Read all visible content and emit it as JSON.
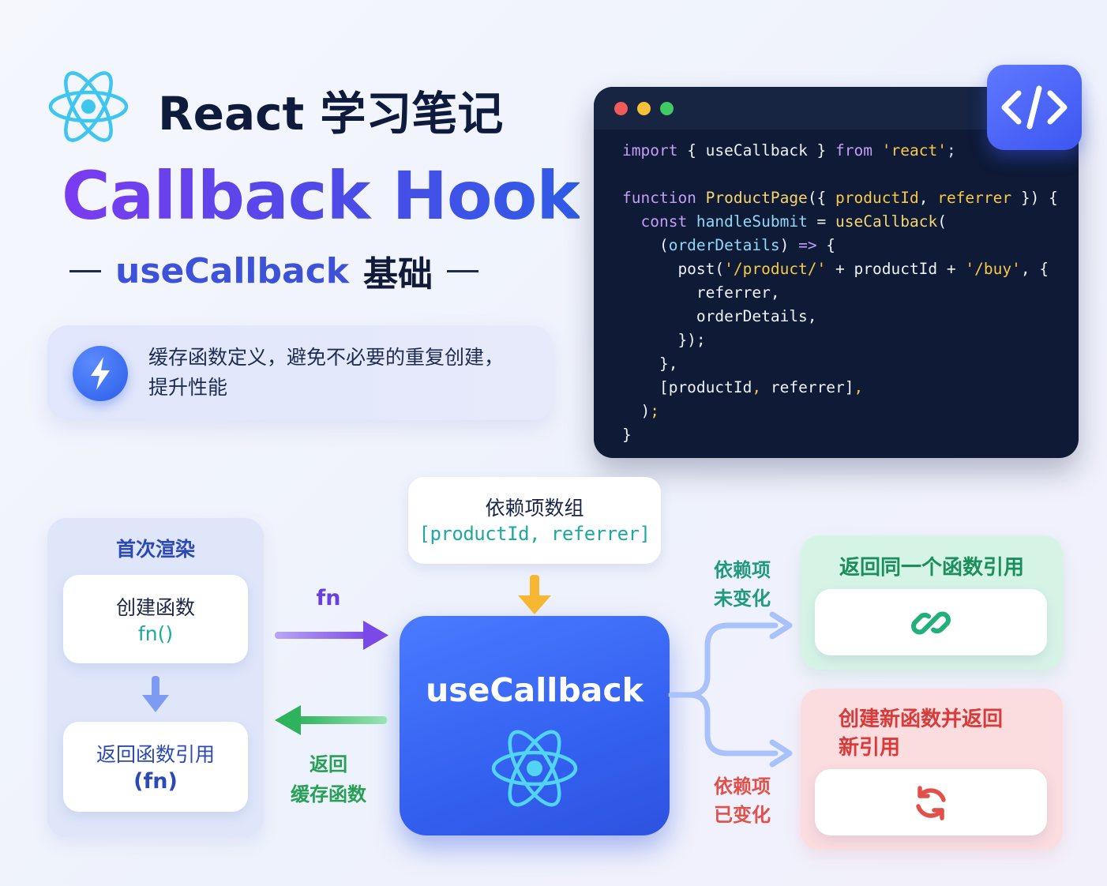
{
  "header": {
    "title": "React 学习笔记",
    "hook_title": "Callback Hook",
    "subtitle_en": "useCallback",
    "subtitle_zh": "基础",
    "description_line1": "缓存函数定义，避免不必要的重复创建，",
    "description_line2": "提升性能"
  },
  "code": {
    "lines": [
      [
        [
          "kw",
          "import"
        ],
        [
          "pl",
          " { useCallback } "
        ],
        [
          "kw",
          "from"
        ],
        [
          "str",
          " 'react'"
        ],
        [
          "pu",
          ";"
        ]
      ],
      [],
      [
        [
          "kw",
          "function"
        ],
        [
          "fn",
          " ProductPage"
        ],
        [
          "pl",
          "({ "
        ],
        [
          "str",
          "productId"
        ],
        [
          "pl",
          ", "
        ],
        [
          "str",
          "referrer"
        ],
        [
          "pl",
          " }) {"
        ]
      ],
      [
        [
          "pl",
          "  "
        ],
        [
          "kw",
          "const"
        ],
        [
          "cy",
          " handleSubmit"
        ],
        [
          "pl",
          " = "
        ],
        [
          "fn",
          "useCallback"
        ],
        [
          "pl",
          "("
        ]
      ],
      [
        [
          "pl",
          "    ("
        ],
        [
          "cy",
          "orderDetails"
        ],
        [
          "pl",
          ") "
        ],
        [
          "kw",
          "=>"
        ],
        [
          "pl",
          " {"
        ]
      ],
      [
        [
          "pl",
          "      post("
        ],
        [
          "str",
          "'/product/'"
        ],
        [
          "pl",
          " + productId + "
        ],
        [
          "str",
          "'/buy'"
        ],
        [
          "pl",
          ", {"
        ]
      ],
      [
        [
          "pl",
          "        referrer,"
        ]
      ],
      [
        [
          "pl",
          "        orderDetails,"
        ]
      ],
      [
        [
          "pl",
          "      });"
        ]
      ],
      [
        [
          "pl",
          "    },"
        ]
      ],
      [
        [
          "pl",
          "    [productId"
        ],
        [
          "str",
          ","
        ],
        [
          "pl",
          " referrer]"
        ],
        [
          "str",
          ","
        ]
      ],
      [
        [
          "pl",
          "  )"
        ],
        [
          "str",
          ";"
        ]
      ],
      [
        [
          "pl",
          "}"
        ]
      ]
    ]
  },
  "diagram": {
    "first_render": {
      "title": "首次渲染",
      "create_label": "创建函数",
      "create_code": "fn()",
      "return_label": "返回函数引用",
      "return_code": "(fn)"
    },
    "deps": {
      "title": "依赖项数组",
      "value": "[productId, referrer]"
    },
    "hook_label": "useCallback",
    "fn_arrow_label": "fn",
    "return_label_1": "返回",
    "return_label_2": "缓存函数",
    "unchanged_1": "依赖项",
    "unchanged_2": "未变化",
    "changed_1": "依赖项",
    "changed_2": "已变化",
    "same_ref_title": "返回同一个函数引用",
    "new_ref_title_1": "创建新函数并返回",
    "new_ref_title_2": "新引用"
  },
  "colors": {
    "accent_blue": "#3461f0",
    "accent_purple": "#7b3cf0",
    "teal": "#1da8a0",
    "green": "#25a055",
    "red": "#e2504a",
    "react_cyan": "#3fc6ef",
    "arrow_orange": "#f8b733"
  },
  "icons": {
    "logo": "react-logo-icon",
    "badge": "code-brackets-icon",
    "bolt": "lightning-bolt-icon",
    "link": "link-icon",
    "refresh": "refresh-icon"
  }
}
